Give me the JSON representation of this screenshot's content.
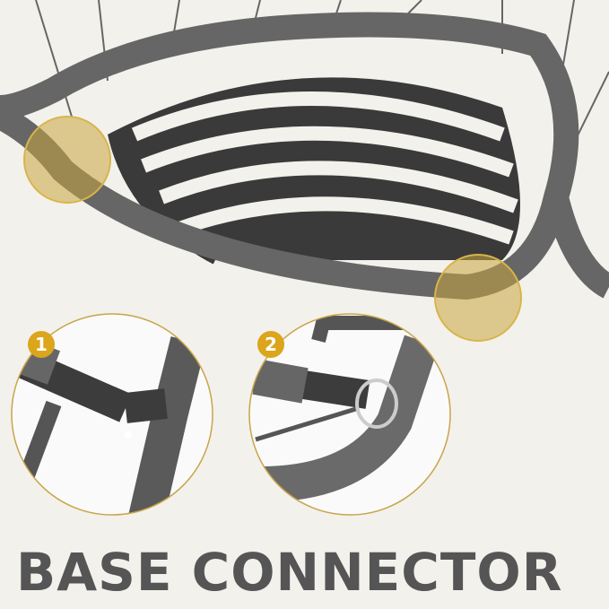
{
  "title": "BASE CONNECTOR",
  "callouts": [
    {
      "number": "1"
    },
    {
      "number": "2"
    }
  ],
  "colors": {
    "background": "#f3f1ec",
    "badge": "#dba51c",
    "highlight": "#c8a640",
    "frame": "#5c5c5c",
    "title": "#555555"
  }
}
